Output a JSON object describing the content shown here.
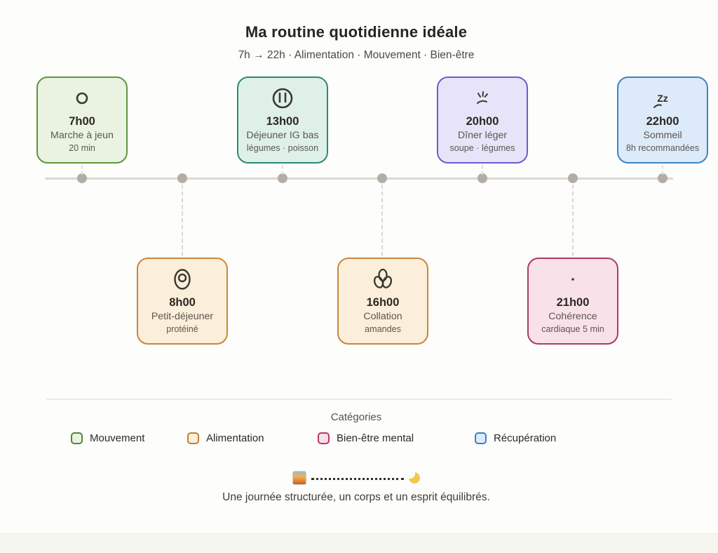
{
  "header": {
    "title": "Ma routine quotidienne idéale",
    "subtitle": "7h → 22h · Alimentation · Mouvement · Bien-être"
  },
  "events": [
    {
      "time": "7h00",
      "title": "Marche à jeun",
      "detail": "20 min",
      "side": "top",
      "icon": "walking-circle-icon",
      "fill": "#eaf3e1",
      "border": "#5f9440"
    },
    {
      "time": "8h00",
      "title": "Petit-déjeuner",
      "detail": "protéiné",
      "side": "bottom",
      "icon": "fried-egg-icon",
      "fill": "#fbeeda",
      "border": "#c8873b"
    },
    {
      "time": "13h00",
      "title": "Déjeuner IG bas",
      "detail": "légumes · poisson",
      "side": "top",
      "icon": "plate-icon",
      "fill": "#def0e8",
      "border": "#2d8a72"
    },
    {
      "time": "16h00",
      "title": "Collation",
      "detail": "amandes",
      "side": "bottom",
      "icon": "almonds-icon",
      "fill": "#fbeeda",
      "border": "#c8873b"
    },
    {
      "time": "20h00",
      "title": "Dîner léger",
      "detail": "soupe · légumes",
      "side": "top",
      "icon": "steam-icon",
      "fill": "#e7e4f9",
      "border": "#6a5ecf"
    },
    {
      "time": "21h00",
      "title": "Cohérence",
      "detail": "cardiaque 5 min",
      "side": "bottom",
      "icon": "spark-dot-icon",
      "fill": "#f9e1ea",
      "border": "#ab3c64"
    },
    {
      "time": "22h00",
      "title": "Sommeil",
      "detail": "8h recommandées",
      "side": "top",
      "icon": "sleep-zz-icon",
      "icon_text": "Zz",
      "fill": "#ddeaf9",
      "border": "#3f82c6"
    }
  ],
  "legend": {
    "title": "Catégories",
    "items": [
      {
        "label": "Mouvement",
        "fill": "#eaf3e1",
        "border": "#4e8a34"
      },
      {
        "label": "Alimentation",
        "fill": "#fbeeda",
        "border": "#c0812f"
      },
      {
        "label": "Bien-être mental",
        "fill": "#f9e1ea",
        "border": "#b43b63"
      },
      {
        "label": "Récupération",
        "fill": "#ddeaf9",
        "border": "#3d7fc7"
      }
    ]
  },
  "footer": {
    "caption": "Une journée structurée, un corps et un esprit équilibrés.",
    "sun_icon": "sunrise-emoji",
    "moon_icon": "crescent-moon-emoji"
  },
  "colors": {
    "axis": "#dbd8d2",
    "axis_dot": "#b2aea5",
    "background": "#fdfdfb"
  }
}
